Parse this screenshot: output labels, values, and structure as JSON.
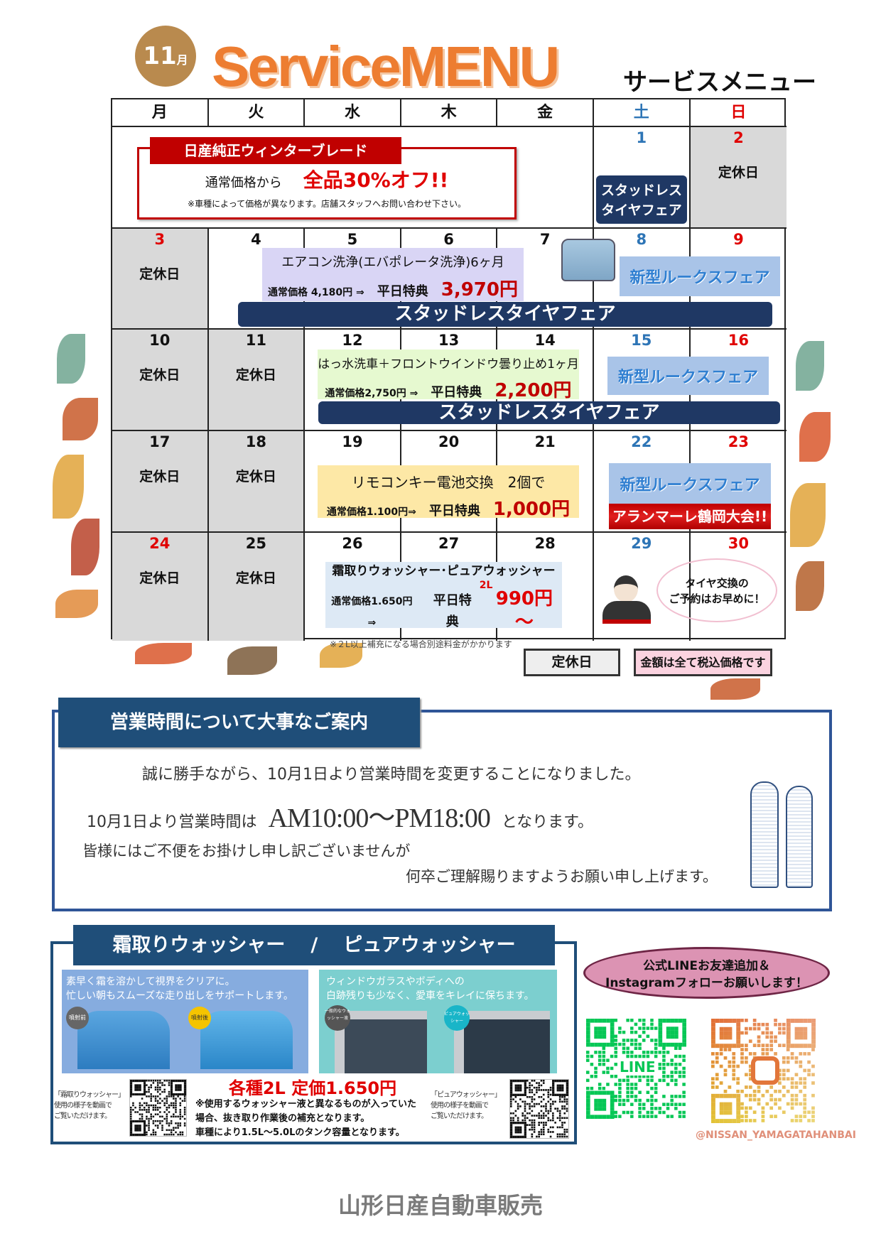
{
  "header": {
    "badge_number": "11",
    "badge_unit": "月",
    "title": "ServiceMENU",
    "subtitle": "サービスメニュー"
  },
  "weekdays": [
    "月",
    "火",
    "水",
    "木",
    "金",
    "土",
    "日"
  ],
  "calendar": {
    "closed_label": "定休日",
    "weeks": [
      [
        {
          "day": ""
        },
        {
          "day": ""
        },
        {
          "day": ""
        },
        {
          "day": ""
        },
        {
          "day": ""
        },
        {
          "day": "1",
          "color": "blue"
        },
        {
          "day": "2",
          "color": "red",
          "closed": true
        }
      ],
      [
        {
          "day": "3",
          "color": "red",
          "closed": true
        },
        {
          "day": "4"
        },
        {
          "day": "5"
        },
        {
          "day": "6"
        },
        {
          "day": "7"
        },
        {
          "day": "8",
          "color": "blue"
        },
        {
          "day": "9",
          "color": "red"
        }
      ],
      [
        {
          "day": "10",
          "closed": true
        },
        {
          "day": "11",
          "closed": true
        },
        {
          "day": "12"
        },
        {
          "day": "13"
        },
        {
          "day": "14"
        },
        {
          "day": "15",
          "color": "blue"
        },
        {
          "day": "16",
          "color": "red"
        }
      ],
      [
        {
          "day": "17",
          "closed": true
        },
        {
          "day": "18",
          "closed": true
        },
        {
          "day": "19"
        },
        {
          "day": "20"
        },
        {
          "day": "21"
        },
        {
          "day": "22",
          "color": "blue"
        },
        {
          "day": "23",
          "color": "red"
        }
      ],
      [
        {
          "day": "24",
          "color": "red",
          "closed": true
        },
        {
          "day": "25",
          "closed": true
        },
        {
          "day": "26"
        },
        {
          "day": "27"
        },
        {
          "day": "28"
        },
        {
          "day": "29",
          "color": "blue"
        },
        {
          "day": "30",
          "color": "red"
        }
      ]
    ]
  },
  "events": {
    "wiper": {
      "title": "日産純正ウィンターブレード",
      "lead": "通常価格から",
      "offer": "全品30%オフ!!",
      "note": "※車種によって価格が異なります。店舗スタッフへお問い合わせ下さい。"
    },
    "studless_small": {
      "line1": "スタッドレス",
      "line2": "タイヤフェア"
    },
    "studless_bar": "スタッドレスタイヤフェア",
    "roox": "新型ルークスフェア",
    "aircon": {
      "title": "エアコン洗浄(エバポレータ洗浄)6ヶ月",
      "regular": "通常価格 4,180円 ⇒",
      "weekday": "平日特典",
      "price": "3,970円"
    },
    "hassui": {
      "title": "はっ水洗車＋フロントウインドウ曇り止め1ヶ月",
      "regular": "通常価格2,750円 ⇒",
      "weekday": "平日特典",
      "price": "2,200円"
    },
    "remote": {
      "title": "リモコンキー電池交換　2個で",
      "regular": "通常価格1.100円⇒",
      "weekday": "平日特典",
      "price": "1,000円"
    },
    "aranmare": "アランマーレ鶴岡大会!!",
    "washer": {
      "title": "霜取りウォッシャー･ピュアウォッシャー",
      "regular": "通常価格1.650円 ⇒",
      "weekday": "平日特典",
      "size": "2L",
      "price": "990円～",
      "note": "※２L以上補充になる場合別途料金がかかります"
    },
    "tire_bubble": {
      "line1": "タイヤ交換の",
      "line2": "ご予約はお早めに！"
    }
  },
  "legend": {
    "closed": "定休日",
    "tax": "金額は全て税込価格です"
  },
  "hours": {
    "title": "営業時間について大事なご案内",
    "line1": "誠に勝手ながら、10月1日より営業時間を変更することになりました。",
    "line2_pre": "10月1日より営業時間は",
    "line2_time": "AM10:00～PM18:00",
    "line2_post": "となります。",
    "line3": "皆様にはご不便をお掛けし申し訳ございませんが",
    "line4": "何卒ご理解賜りますようお願い申し上げます。"
  },
  "washer_section": {
    "title_left": "霜取りウォッシャー",
    "sep": "/",
    "title_right": "ピュアウォッシャー",
    "left_text1": "素早く霜を溶かして視界をクリアに。",
    "left_text2": "忙しい朝もスムーズな走り出しをサポートします。",
    "left_before": "噴射前",
    "left_after": "噴射後",
    "right_text1": "ウィンドウガラスやボディへの",
    "right_text2": "白跡残りも少なく、愛車をキレイに保ちます。",
    "right_normal": "一般的なウォッシャー液",
    "right_pure": "ピュアウォッシャー",
    "left_caption": [
      "「霜取りウォッシャー」",
      "使用の様子を動画で",
      "ご覧いただけます。"
    ],
    "right_caption": [
      "「ピュアウォッシャー」",
      "使用の様子を動画で",
      "ご覧いただけます。"
    ],
    "price": "各種2L  定価1.650円",
    "notes": [
      "※使用するウォッシャー液と異なるものが入っていた",
      "場合、抜き取り作業後の補充となります。",
      "車種により1.5L～5.0Lのタンク容量となります。"
    ]
  },
  "social": {
    "bubble1": "公式LINEお友達追加＆",
    "bubble2": "Instagramフォローお願いします！",
    "line_label": "LINE",
    "handle": "@NISSAN_YAMAGATAHANBAI"
  },
  "footer": "山形日産自動車販売",
  "colors": {
    "orange": "#ed7d31",
    "navy": "#1f3864",
    "red": "#c00000",
    "blue": "#2e75b6",
    "line_green": "#06c755"
  }
}
